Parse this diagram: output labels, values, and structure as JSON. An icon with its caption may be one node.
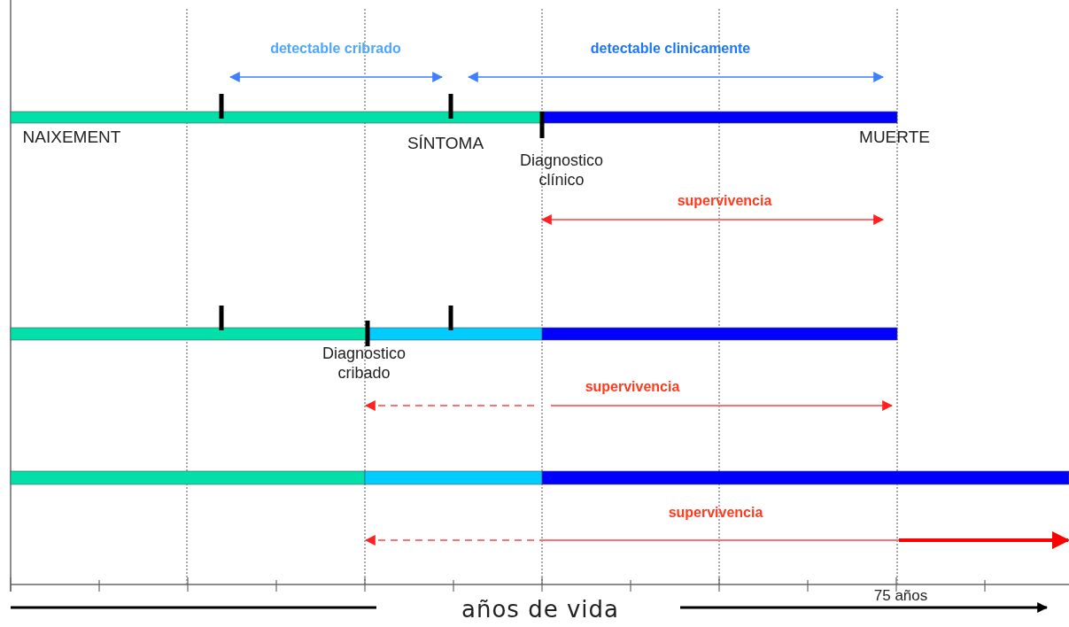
{
  "diagram": {
    "labels": [
      "detectable cribrado",
      "detectable clinicamente",
      "NAIXEMENT",
      "SÍNTOMA",
      "MUERTE",
      "Diagnostico clínico",
      "supervivencia",
      "Diagnostico cribado",
      "supervivencia",
      "supervivencia",
      "75 años",
      "años de vida"
    ]
  }
}
